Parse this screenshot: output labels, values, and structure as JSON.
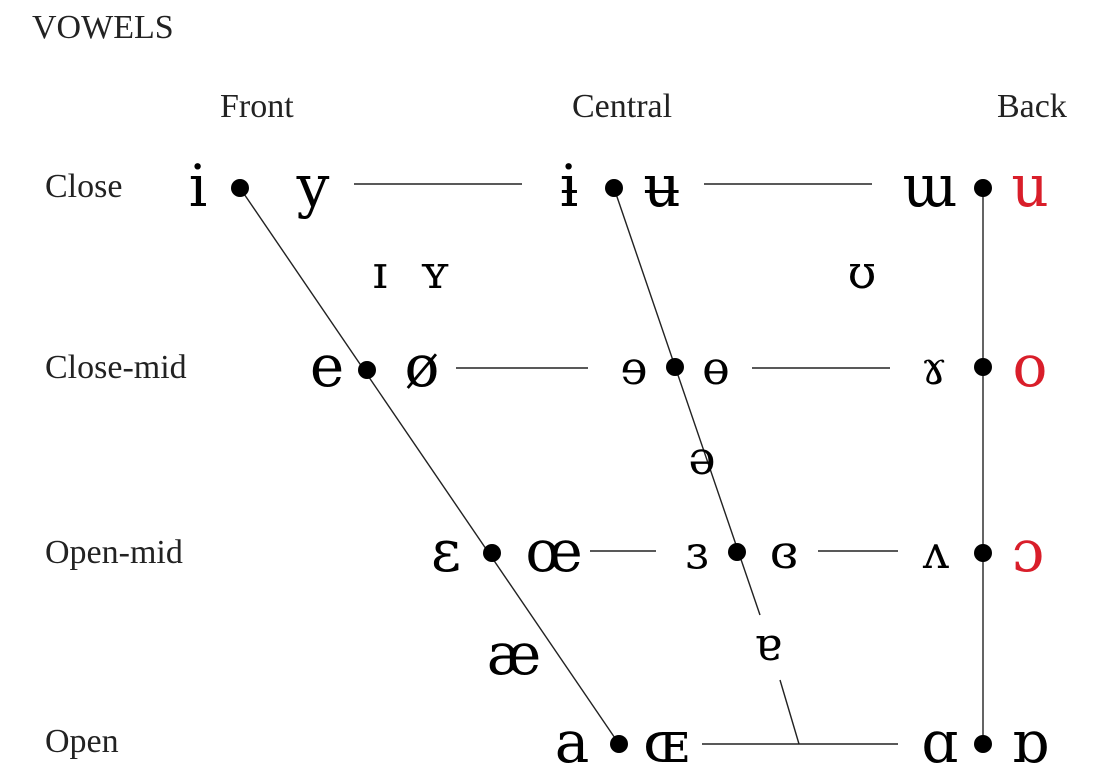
{
  "title": "VOWELS",
  "columns": [
    "Front",
    "Central",
    "Back"
  ],
  "rows": [
    "Close",
    "Close-mid",
    "Open-mid",
    "Open"
  ],
  "colors": {
    "ink": "#000000",
    "label": "#222222",
    "highlight": "#d91e2a"
  },
  "vowels": {
    "close_front_unrounded": "i",
    "close_front_rounded": "y",
    "close_central_unrounded": "ɨ",
    "close_central_rounded": "ʉ",
    "close_back_unrounded": "ɯ",
    "close_back_rounded": "u",
    "near_close_front_unrounded": "ɪ",
    "near_close_front_rounded": "ʏ",
    "near_close_back_rounded": "ʊ",
    "close_mid_front_unrounded": "e",
    "close_mid_front_rounded": "ø",
    "close_mid_central_unrounded": "ɘ",
    "close_mid_central_rounded": "ɵ",
    "close_mid_back_unrounded": "ɤ",
    "close_mid_back_rounded": "o",
    "mid_central": "ə",
    "open_mid_front_unrounded": "ɛ",
    "open_mid_front_rounded": "œ",
    "open_mid_central_unrounded": "ɜ",
    "open_mid_central_rounded": "ɞ",
    "open_mid_back_unrounded": "ʌ",
    "open_mid_back_rounded": "ɔ",
    "near_open_front_unrounded": "æ",
    "near_open_central": "ɐ",
    "open_front_unrounded": "a",
    "open_front_rounded": "ɶ",
    "open_back_unrounded": "ɑ",
    "open_back_rounded": "ɒ"
  }
}
